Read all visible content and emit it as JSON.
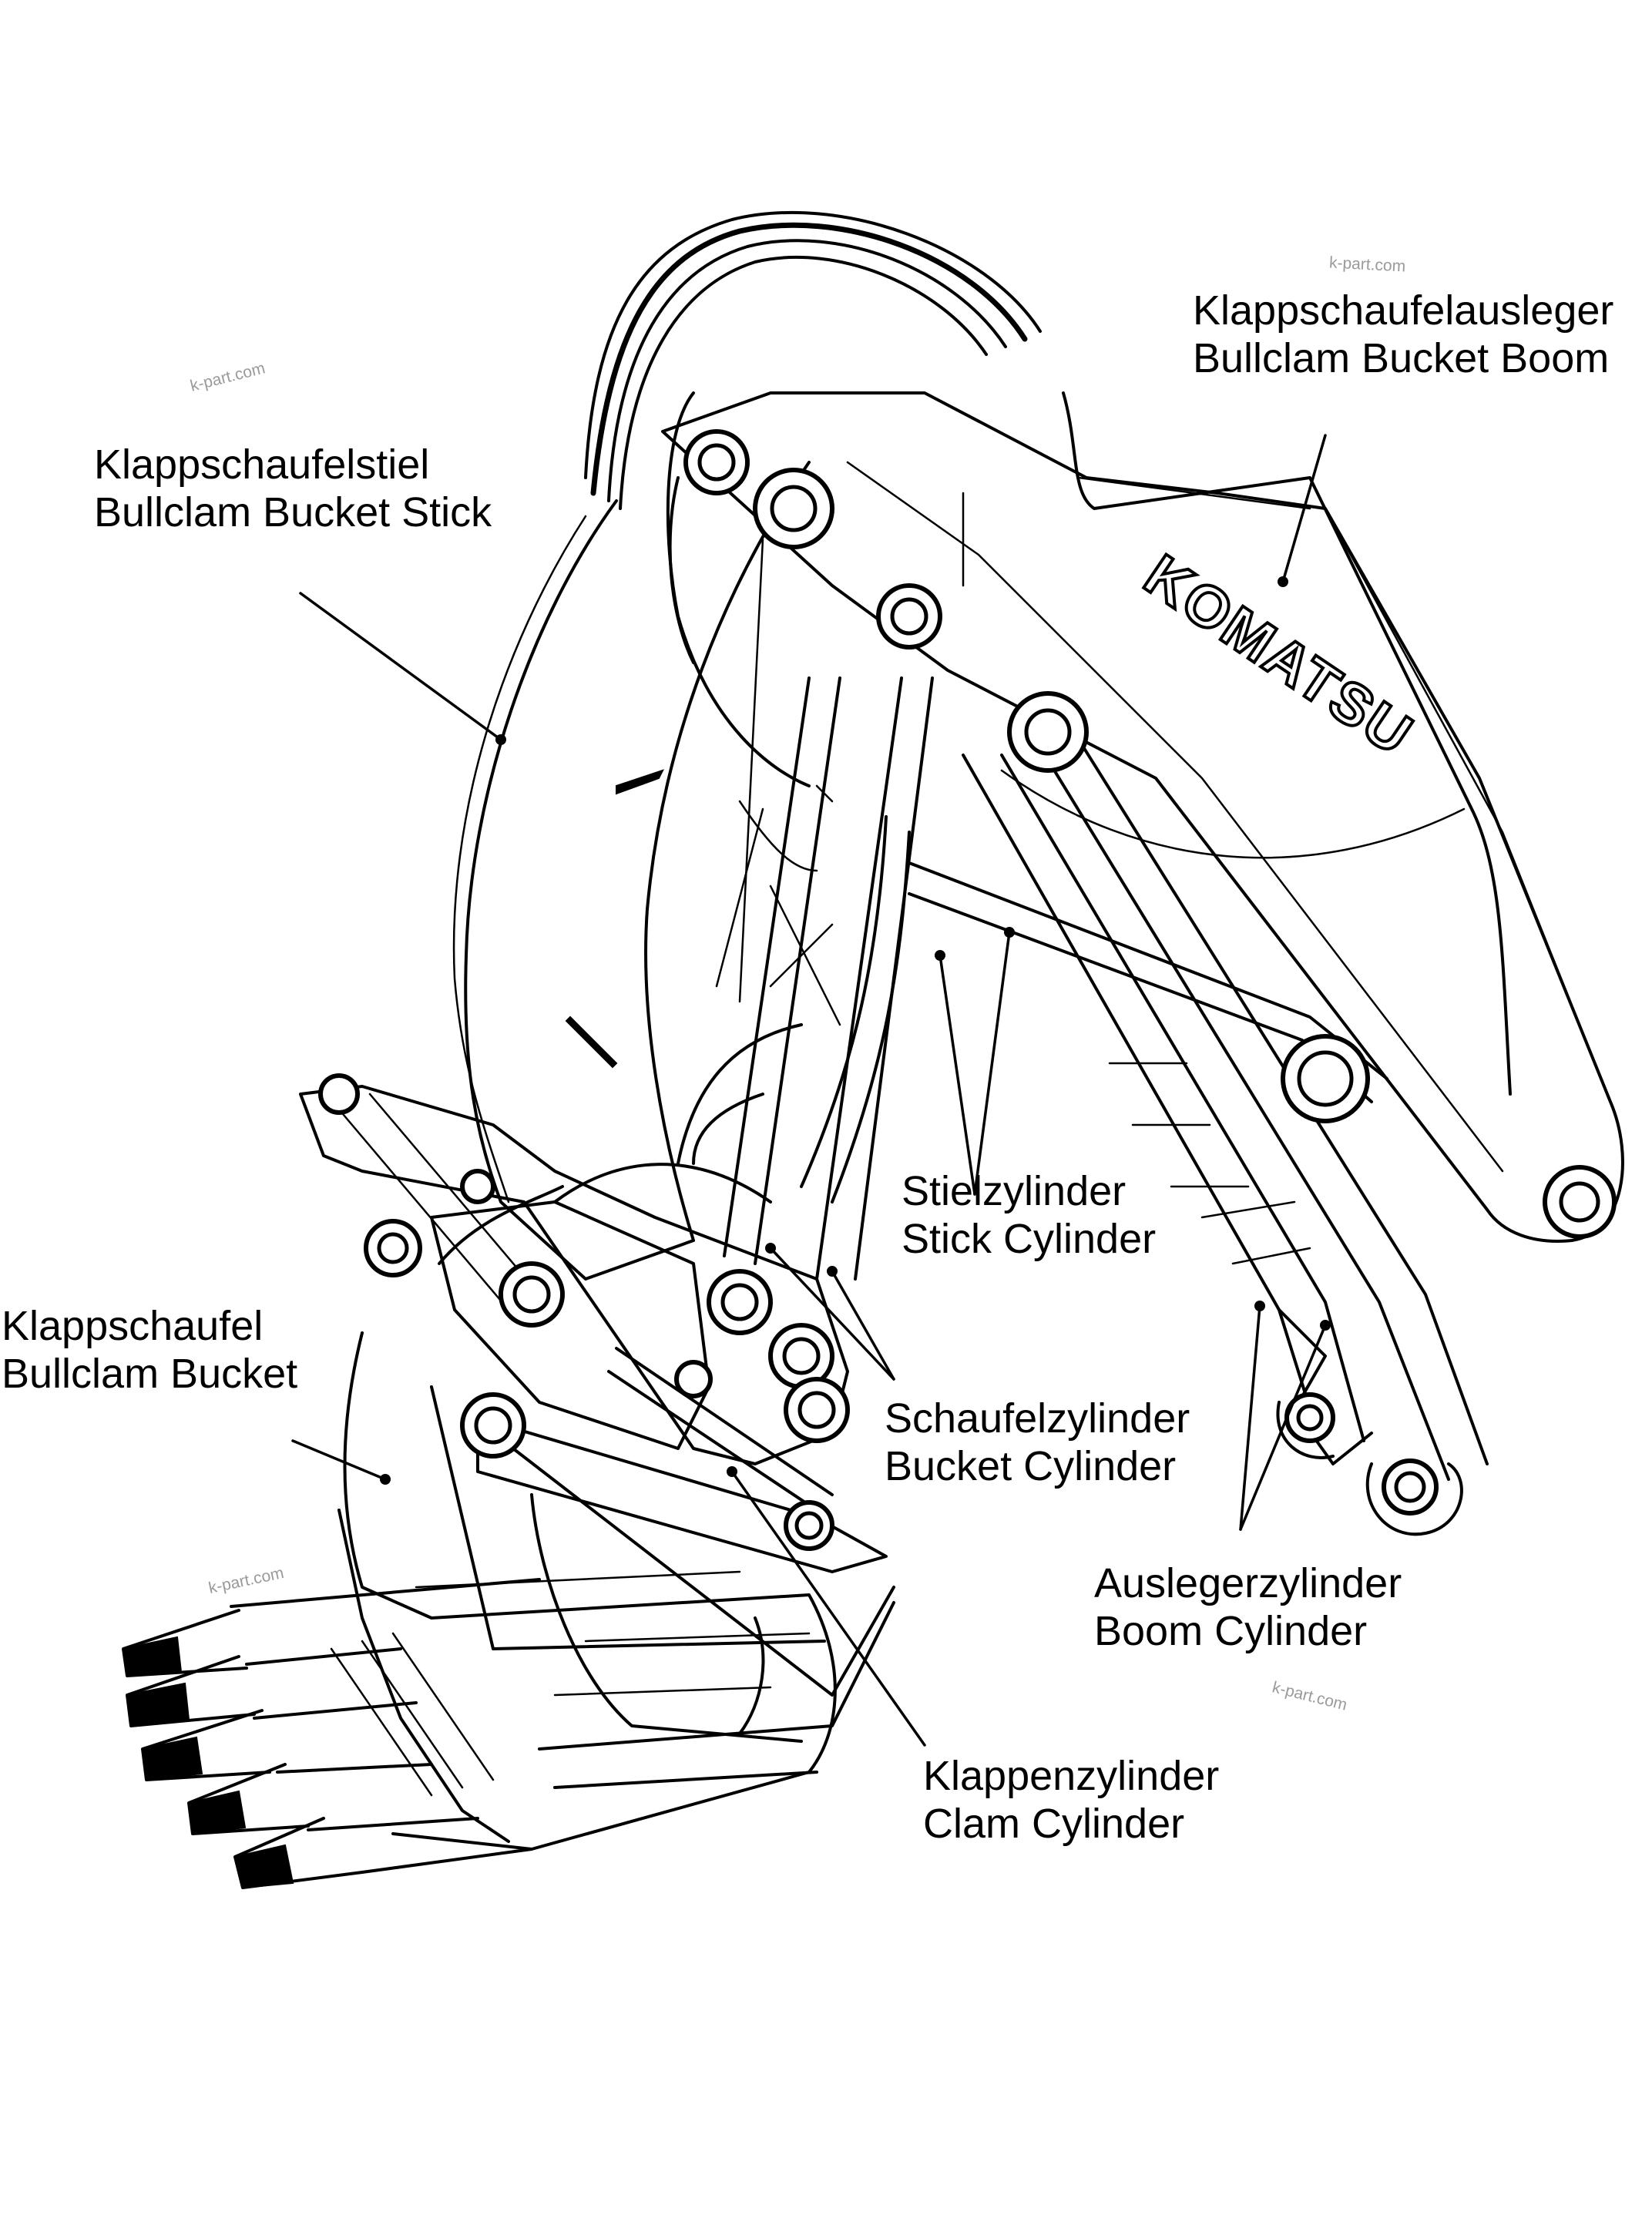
{
  "labels": {
    "bucket_boom": {
      "de": "Klappschaufelausleger",
      "en": "Bullclam Bucket Boom"
    },
    "bucket_stick": {
      "de": "Klappschaufelstiel",
      "en": "Bullclam Bucket Stick"
    },
    "bucket": {
      "de": "Klappschaufel",
      "en": "Bullclam Bucket"
    },
    "stick_cylinder": {
      "de": "Stielzylinder",
      "en": "Stick Cylinder"
    },
    "bucket_cylinder": {
      "de": "Schaufelzylinder",
      "en": "Bucket Cylinder"
    },
    "boom_cylinder": {
      "de": "Auslegerzylinder",
      "en": "Boom Cylinder"
    },
    "clam_cylinder": {
      "de": "Klappenzylinder",
      "en": "Clam Cylinder"
    }
  },
  "brand_logo": "KOMATSU",
  "watermarks": [
    "k-part.com",
    "k-part.com",
    "k-part.com",
    "k-part.com"
  ]
}
